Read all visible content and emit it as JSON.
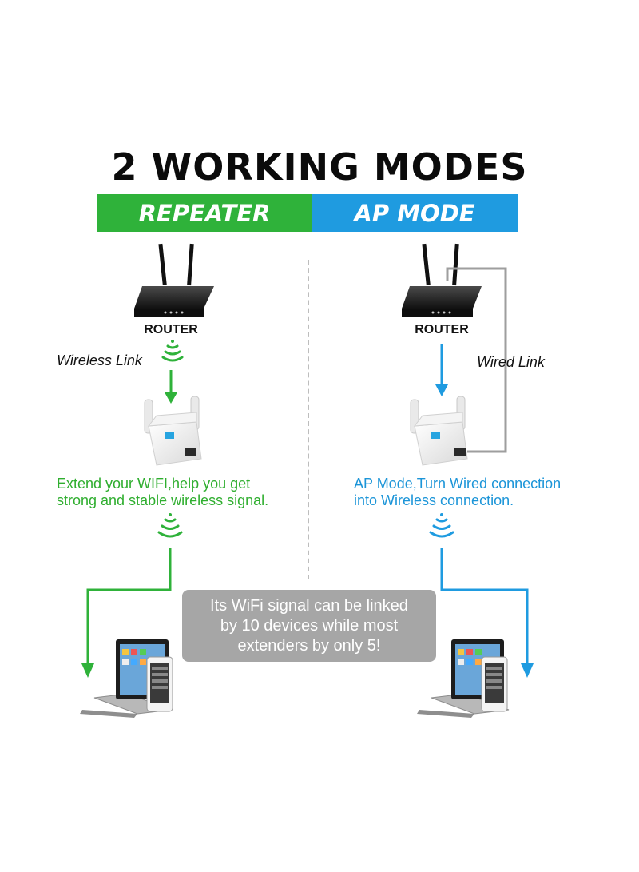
{
  "title": "2 WORKING MODES",
  "tabs": {
    "left": "REPEATER",
    "right": "AP MODE"
  },
  "repeater": {
    "router_label": "ROUTER",
    "link_label": "Wireless Link",
    "caption_line1": "Extend your WIFI,help you get",
    "caption_line2": "strong and stable wireless signal."
  },
  "ap": {
    "router_label": "ROUTER",
    "link_label": "Wired Link",
    "caption_line1": "AP Mode,Turn Wired connection",
    "caption_line2": "into Wireless connection."
  },
  "callout": {
    "line1": "Its WiFi signal can be linked",
    "line2": "by 10 devices while most",
    "line3": "extenders by only 5!"
  },
  "colors": {
    "green": "#2fb23a",
    "blue": "#1f9be0",
    "wire": "#9e9e9e",
    "callout": "#a6a6a6"
  },
  "icons": [
    "router-icon",
    "wifi-signal-icon",
    "extender-icon",
    "laptop-icon",
    "tablet-icon",
    "phone-icon",
    "arrow-down-icon"
  ]
}
